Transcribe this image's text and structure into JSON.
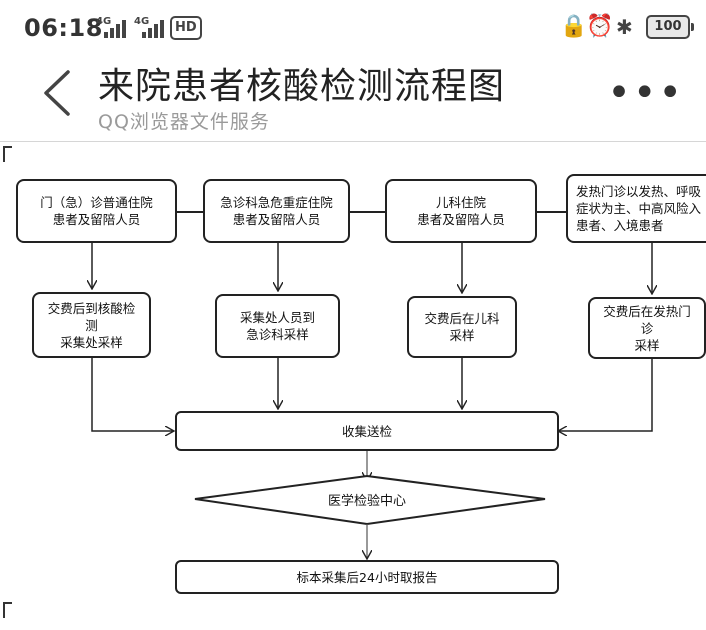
{
  "status_bar": {
    "time": "06:18",
    "network1": "4G",
    "network2": "4G",
    "hd_label": "HD",
    "lock_icon": "🔒",
    "alarm_icon": "⏰",
    "bluetooth_icon": "✱",
    "battery": "100"
  },
  "header": {
    "title": "来院患者核酸检测流程图",
    "subtitle": "QQ浏览器文件服务"
  },
  "flowchart": {
    "top_boxes": [
      {
        "line1": "门（急）诊普通住院",
        "line2": "患者及留陪人员"
      },
      {
        "line1": "急诊科急危重症住院",
        "line2": "患者及留陪人员"
      },
      {
        "line1": "儿科住院",
        "line2": "患者及留陪人员"
      },
      {
        "line1": "发热门诊以发热、呼吸",
        "line2": "症状为主、中高风险入",
        "line3": "患者、入境患者"
      }
    ],
    "mid_boxes": [
      {
        "line1": "交费后到核酸检测",
        "line2": "采集处采样"
      },
      {
        "line1": "采集处人员到",
        "line2": "急诊科采样"
      },
      {
        "line1": "交费后在儿科",
        "line2": "采样"
      },
      {
        "line1": "交费后在发热门诊",
        "line2": "采样"
      }
    ],
    "collect": "收集送检",
    "center": "医学检验中心",
    "report": "标本采集后24小时取报告"
  },
  "colors": {
    "stroke": "#222222",
    "subtitle": "#9a9a9a"
  }
}
